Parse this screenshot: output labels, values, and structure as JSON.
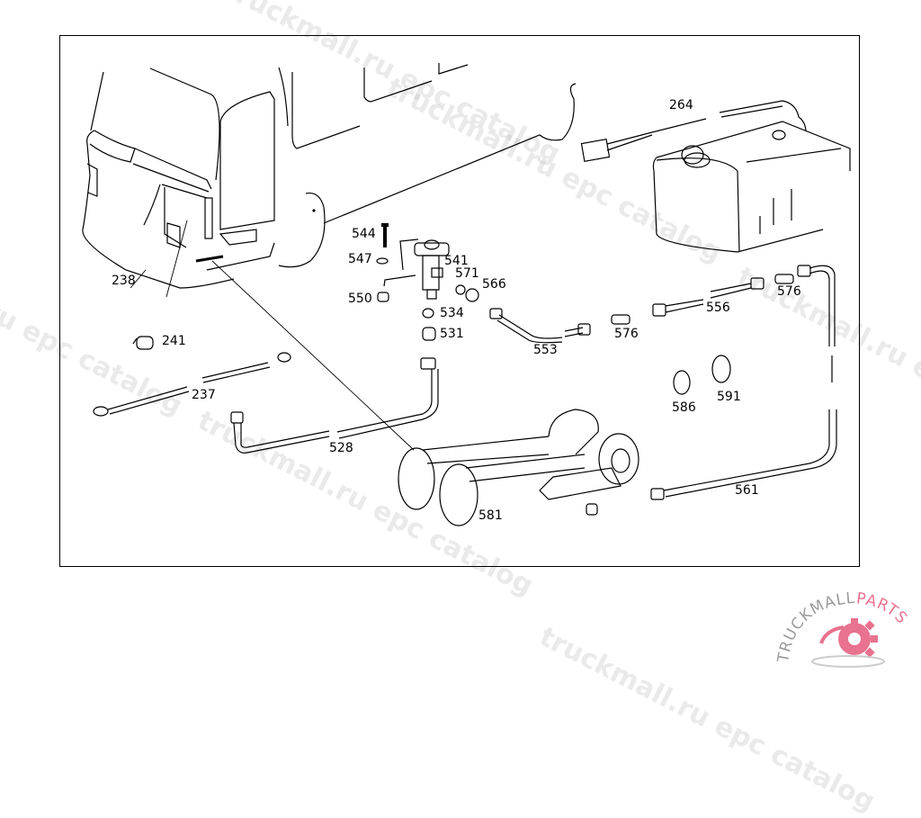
{
  "diagram": {
    "title": "Horn system parts diagram",
    "callouts": [
      {
        "id": "c264",
        "label": "264"
      },
      {
        "id": "c544",
        "label": "544"
      },
      {
        "id": "c547",
        "label": "547"
      },
      {
        "id": "c541",
        "label": "541"
      },
      {
        "id": "c571",
        "label": "571"
      },
      {
        "id": "c566",
        "label": "566"
      },
      {
        "id": "c550",
        "label": "550"
      },
      {
        "id": "c534",
        "label": "534"
      },
      {
        "id": "c531",
        "label": "531"
      },
      {
        "id": "c238",
        "label": "238"
      },
      {
        "id": "c241",
        "label": "241"
      },
      {
        "id": "c237",
        "label": "237"
      },
      {
        "id": "c528",
        "label": "528"
      },
      {
        "id": "c553",
        "label": "553"
      },
      {
        "id": "c576a",
        "label": "576"
      },
      {
        "id": "c556",
        "label": "556"
      },
      {
        "id": "c576b",
        "label": "576"
      },
      {
        "id": "c586",
        "label": "586"
      },
      {
        "id": "c591",
        "label": "591"
      },
      {
        "id": "c581",
        "label": "581"
      },
      {
        "id": "c561",
        "label": "561"
      }
    ]
  },
  "watermarks": [
    "truckmall.ru epc catalog",
    "truckmall.ru epc catalog",
    "truckmall.ru epc catalog",
    "truckmall.ru epc catalog",
    "truckmall.ru epc catalog"
  ],
  "logo": {
    "text_main": "TRUCKMALL",
    "text_accent": "PARTS",
    "accent_color": "#e8728f",
    "main_color": "#9a9a9a"
  }
}
